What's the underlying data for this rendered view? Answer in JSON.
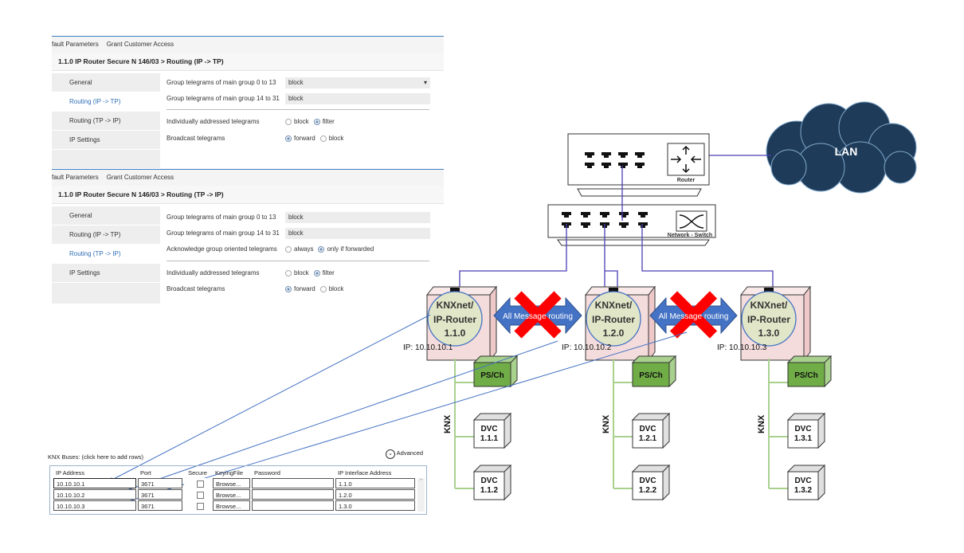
{
  "panel1": {
    "tabs": [
      "fault Parameters",
      "Grant Customer Access"
    ],
    "title": "1.1.0 IP Router Secure N 146/03 > Routing (IP -> TP)",
    "sidebar": [
      "General",
      "Routing (IP -> TP)",
      "Routing (TP -> IP)",
      "IP Settings"
    ],
    "selected": "Routing (IP -> TP)",
    "rows": [
      {
        "label": "Group telegrams of main group 0 to 13",
        "value": "block",
        "dropdown": true
      },
      {
        "label": "Group telegrams of main group 14 to 31",
        "value": "block"
      },
      {
        "label": "Individually addressed telegrams",
        "options": [
          "block",
          "filter"
        ],
        "selected": "filter"
      },
      {
        "label": "Broadcast telegrams",
        "options": [
          "forward",
          "block"
        ],
        "selected": "forward"
      }
    ]
  },
  "panel2": {
    "tabs": [
      "fault Parameters",
      "Grant Customer Access"
    ],
    "title": "1.1.0 IP Router Secure N 146/03 > Routing (TP -> IP)",
    "sidebar": [
      "General",
      "Routing (IP -> TP)",
      "Routing (TP -> IP)",
      "IP Settings"
    ],
    "selected": "Routing (TP -> IP)",
    "rows": [
      {
        "label": "Group telegrams of main group 0 to 13",
        "value": "block"
      },
      {
        "label": "Group telegrams of main group 14 to 31",
        "value": "block"
      },
      {
        "label": "Acknowledge group oriented telegrams",
        "options": [
          "always",
          "only if forwarded"
        ],
        "selected": "only if forwarded"
      },
      {
        "label": "Individually addressed telegrams",
        "options": [
          "block",
          "filter"
        ],
        "selected": "filter"
      },
      {
        "label": "Broadcast telegrams",
        "options": [
          "forward",
          "block"
        ],
        "selected": "forward"
      }
    ]
  },
  "buses": {
    "label": "KNX Buses: (click here to add rows)",
    "advanced": "Advanced",
    "columns": [
      "IP Address",
      "Port",
      "Secure",
      "KeyingFile",
      "Password",
      "IP Interface Address"
    ],
    "rows": [
      {
        "ip": "10.10.10.1",
        "port": "3671",
        "secure": false,
        "keying": "Browse...",
        "password": "",
        "iface": "1.1.0"
      },
      {
        "ip": "10.10.10.2",
        "port": "3671",
        "secure": false,
        "keying": "Browse...",
        "password": "",
        "iface": "1.2.0"
      },
      {
        "ip": "10.10.10.3",
        "port": "3671",
        "secure": false,
        "keying": "Browse...",
        "password": "",
        "iface": "1.3.0"
      }
    ]
  },
  "diagram": {
    "lan": "LAN",
    "router": "Router",
    "switch": "Network - Switch",
    "routing_label": "All Message routing",
    "bus_label": "KNX",
    "supply_label": "PS/Ch",
    "ip_routers": [
      {
        "name1": "KNXnet/",
        "name2": "IP-Router",
        "addr": "1.1.0",
        "ip": "IP: 10.10.10.1",
        "devices": [
          "DVC\n1.1.1",
          "DVC\n1.1.2"
        ]
      },
      {
        "name1": "KNXnet/",
        "name2": "IP-Router",
        "addr": "1.2.0",
        "ip": "IP: 10.10.10.2",
        "devices": [
          "DVC\n1.2.1",
          "DVC\n1.2.2"
        ]
      },
      {
        "name1": "KNXnet/",
        "name2": "IP-Router",
        "addr": "1.3.0",
        "ip": "IP: 10.10.10.3",
        "devices": [
          "DVC\n1.3.1",
          "DVC\n1.3.2"
        ]
      }
    ],
    "colors": {
      "link": "#4a3fb5",
      "knx_bus": "#a9d18e",
      "arrow": "#4472c4",
      "cross": "#ff0000",
      "ps": "#70ad47",
      "router_box": "#f4dcdc",
      "circle": "#e2e6c8",
      "cloud": "#1f3b5a"
    }
  }
}
